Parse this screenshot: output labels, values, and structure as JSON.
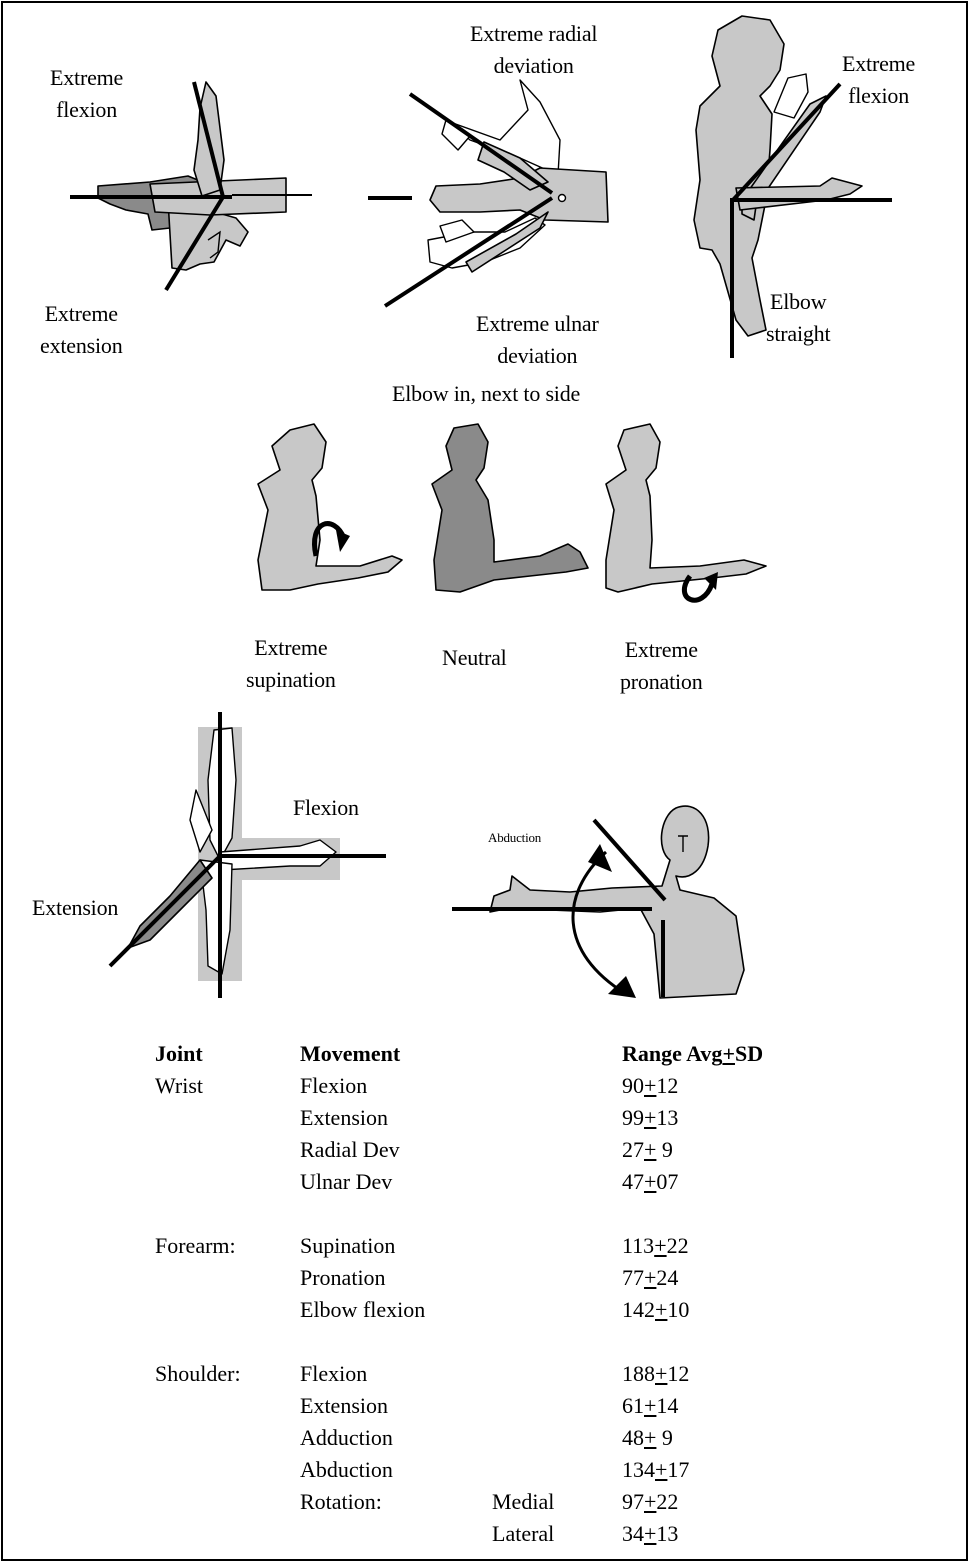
{
  "labels": {
    "wrist_flexion": [
      "Extreme",
      "flexion"
    ],
    "wrist_extension": [
      "Extreme",
      "extension"
    ],
    "radial_dev": [
      "Extreme radial",
      "deviation"
    ],
    "ulnar_dev": [
      "Extreme ulnar",
      "deviation"
    ],
    "elbow_flexion": [
      "Extreme",
      "flexion"
    ],
    "elbow_straight": [
      "Elbow",
      "straight"
    ],
    "elbow_in": "Elbow in, next to side",
    "supination": [
      "Extreme",
      "supination"
    ],
    "neutral": "Neutral",
    "pronation": [
      "Extreme",
      "pronation"
    ],
    "shoulder_flexion": "Flexion",
    "shoulder_extension": "Extension",
    "shoulder_abduction": "Abduction"
  },
  "table": {
    "headers": {
      "joint": "Joint",
      "movement": "Movement",
      "range": "Range Avg",
      "pm": "+",
      "sd": "SD"
    },
    "groups": [
      {
        "joint": "Wrist",
        "rows": [
          {
            "movement": "Flexion",
            "sub": "",
            "avg": "90",
            "pm": "+",
            "sd": "12"
          },
          {
            "movement": "Extension",
            "sub": "",
            "avg": "99",
            "pm": "+",
            "sd": "13"
          },
          {
            "movement": "Radial Dev",
            "sub": "",
            "avg": "27",
            "pm": "+",
            "sd": " 9"
          },
          {
            "movement": "Ulnar Dev",
            "sub": "",
            "avg": "47",
            "pm": "+",
            "sd": "07"
          }
        ]
      },
      {
        "joint": "Forearm:",
        "rows": [
          {
            "movement": "Supination",
            "sub": "",
            "avg": "113",
            "pm": "+",
            "sd": "22"
          },
          {
            "movement": "Pronation",
            "sub": "",
            "avg": "77",
            "pm": "+",
            "sd": "24"
          },
          {
            "movement": "Elbow flexion",
            "sub": "",
            "avg": "142",
            "pm": "+",
            "sd": "10"
          }
        ]
      },
      {
        "joint": "Shoulder:",
        "rows": [
          {
            "movement": "Flexion",
            "sub": "",
            "avg": "188",
            "pm": "+",
            "sd": "12"
          },
          {
            "movement": "Extension",
            "sub": "",
            "avg": "61",
            "pm": "+",
            "sd": "14"
          },
          {
            "movement": "Adduction",
            "sub": "",
            "avg": "48",
            "pm": "+",
            "sd": " 9"
          },
          {
            "movement": "Abduction",
            "sub": "",
            "avg": "134",
            "pm": "+",
            "sd": "17"
          },
          {
            "movement": "Rotation:",
            "sub": "Medial",
            "avg": "97",
            "pm": "+",
            "sd": "22"
          },
          {
            "movement": "",
            "sub": "Lateral",
            "avg": "34",
            "pm": "+",
            "sd": "13"
          }
        ]
      }
    ]
  }
}
